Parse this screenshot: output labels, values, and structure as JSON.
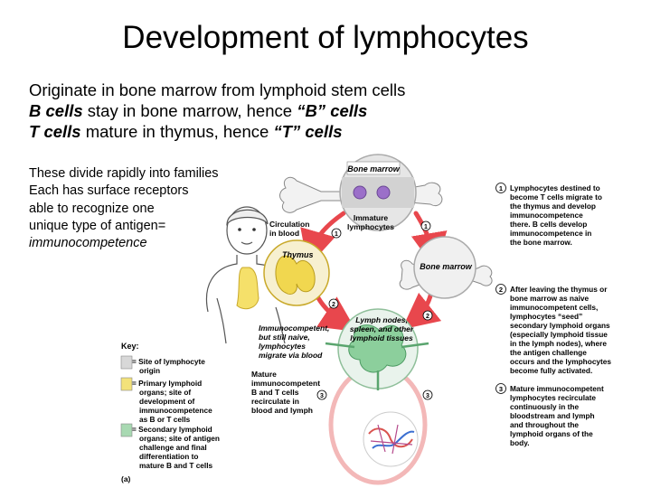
{
  "slide": {
    "title": "Development of lymphocytes",
    "bullets": [
      {
        "bold": "",
        "text": "Originate in bone marrow from lymphoid stem cells",
        "italic_tail": ""
      },
      {
        "bold": "B cells",
        "text": " stay in bone marrow, hence ",
        "italic_tail": "“B” cells"
      },
      {
        "bold": "T cells",
        "text": " mature in thymus, hence ",
        "italic_tail": "“T” cells"
      }
    ],
    "side_text": {
      "lines": [
        "These divide rapidly into families",
        "Each has surface receptors",
        "able to recognize one",
        "unique type of antigen="
      ],
      "italic_line": "immunocompetence"
    }
  },
  "figure": {
    "labels": {
      "bone_marrow_top": "Bone marrow",
      "immature_1": "Immature",
      "immature_2": "lymphocytes",
      "circ_1": "Circulation",
      "circ_2": "in blood",
      "thymus": "Thymus",
      "bone_marrow_right": "Bone marrow",
      "imm_1": "Immunocompetent,",
      "imm_2": "but still naive,",
      "imm_3": "lymphocytes",
      "imm_4": "migrate via blood",
      "lymph_1": "Lymph nodes,",
      "lymph_2": "spleen, and other",
      "lymph_3": "lymphoid tissues",
      "mature_1": "Mature",
      "mature_2": "immunocompetent",
      "mature_3": "B and T cells",
      "mature_4": "recirculate in",
      "mature_5": "blood and lymph",
      "panel": "(a)"
    },
    "markers": [
      "1",
      "1",
      "2",
      "2",
      "3",
      "3",
      "1",
      "2",
      "3"
    ],
    "key": {
      "title": "Key:",
      "entries": [
        {
          "color": "#d8d8d8",
          "lines": [
            "= Site of lymphocyte",
            "origin"
          ]
        },
        {
          "color": "#f3e27a",
          "lines": [
            "= Primary lymphoid",
            "organs; site of",
            "development of",
            "immunocompetence",
            "as B or T cells"
          ]
        },
        {
          "color": "#a8d9b2",
          "lines": [
            "= Secondary lymphoid",
            "organs; site of antigen",
            "challenge and final",
            "differentiation to",
            "mature B and T cells"
          ]
        }
      ]
    },
    "notes": [
      {
        "num": "1",
        "lines": [
          "Lymphocytes destined to",
          "become T cells migrate to",
          "the thymus and develop",
          "immunocompetence",
          "there. B cells develop",
          "immunocompetence in",
          "the bone marrow."
        ]
      },
      {
        "num": "2",
        "lines": [
          "After leaving the thymus or",
          "bone marrow as naive",
          "immunocompetent cells,",
          "lymphocytes “seed”",
          "secondary lymphoid organs",
          "(especially lymphoid tissue",
          "in the lymph nodes), where",
          "the antigen challenge",
          "occurs and the lymphocytes",
          "become fully activated."
        ]
      },
      {
        "num": "3",
        "lines": [
          "Mature immunocompetent",
          "lymphocytes recirculate",
          "continuously in the",
          "bloodstream and lymph",
          "and throughout the",
          "lymphoid organs of the",
          "body."
        ]
      }
    ]
  }
}
